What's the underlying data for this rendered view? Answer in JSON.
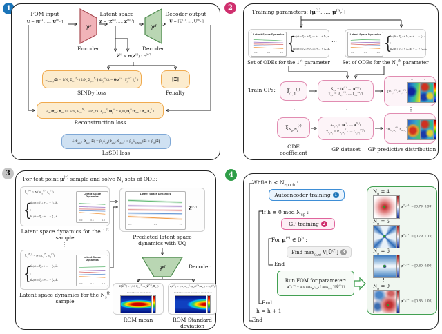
{
  "figure": {
    "plot_title": "Latent Space Dynamics",
    "plot_xticks": [
      "0.0",
      "0.5",
      "1.0"
    ],
    "dots_v": "⋮",
    "dots_h": "⋯"
  },
  "p1": {
    "badge": "1",
    "fom_label": "FOM input",
    "fom_formula": "<b>U</b> = [<b>U</b><sup>(1)</sup>, …, <b>U</b><sup>(N<sub>μ</sub>)</sup>]",
    "encoder_symbol": "φ<sub>e</sub>",
    "encoder_label": "Encoder",
    "latent_label": "Latent space",
    "latent_formula": "<b>Z</b> = [<b>Z</b><sup>(1)</sup>, …, <b>Z</b><sup>(N<sub>μ</sub>)</sup>]",
    "decoder_symbol": "φ<sub>d</sub>",
    "decoder_label": "Decoder",
    "output_label": "Decoder output",
    "output_formula": "<b>Û</b> = [<b>Û</b><sup>(1)</sup>, …, <b>Û</b><sup>(N<sub>μ</sub>)</sup>]",
    "sindy_relation": "<b>Ż</b><sup>(i)</sup> ≈ <b>Θ</b>(<b>Z</b><sup>(i)</sup>) · <b>Ξ</b><sup>(i)⊤</sup>",
    "sindy_loss_formula": "ℒ<sub>SINDy</sub>(<b>Ξ</b>) = 1/N<sub>μ</sub> Σ<sub>i=1</sub><sup>N<sub>μ</sub></sup> ( 1/N<sub>t</sub> Σ<sub>j=1</sub><sup>N<sub>t</sub></sup> ‖ dz<sub>j</sub><sup>(i)</sup>/dt − <b>Θ</b>(<b>z</b><sup>(i)</sup>) · <b>ξ</b><sub>j</sub><sup>(i)⊤</sup> ‖<sub>2</sub><sup>2</sup> )",
    "sindy_loss_label": "SINDy loss",
    "penalty_formula": "‖<b>Ξ</b>‖",
    "penalty_label": "Penalty",
    "recon_formula": "ℒ<sub>AE</sub>(<b>θ</b><sub>enc</sub>, <b>θ</b><sub>dec</sub>) = 1/N<sub>μ</sub> Σ<sub>i=1</sub><sup>N<sub>μ</sub></sup> ( 1/(N<sub>t</sub>+1) Σ<sub>j=0</sub><sup>N<sub>t</sub></sup> ‖<b>u</b><sub>j</sub><sup>(i)</sup> − φ<sub>d</sub>(φ<sub>e</sub>(<b>u</b><sub>j</sub><sup>(i)</sup>; <b>θ</b><sub>enc</sub>); <b>θ</b><sub>dec</sub>)‖<sub>2</sub><sup>2</sup> )",
    "recon_label": "Reconstruction loss",
    "lasdi_formula": "ℒ(<b>θ</b><sub>enc</sub>, <b>θ</b><sub>dec</sub>, <b>Ξ</b>) = β<sub>1</sub>ℒ<sub>AE</sub>(<b>θ</b><sub>enc</sub>, <b>θ</b><sub>dec</sub>) + β<sub>2</sub>ℒ<sub>SINDy</sub>(<b>Ξ</b>) + β<sub>3</sub>‖<b>Ξ</b>‖",
    "lasdi_label": "LaSDI loss"
  },
  "p2": {
    "badge": "2",
    "header": "Training parameters: [<b>μ</b><sup>(1)</sup>, …, <b>μ</b><sup>(N<sub>μ</sub>)</sup>]",
    "ode1_line1": "dz₁/dt = ξ₁,₁ + ξ₁,₂z₁ + ⋯ + ξ₁,ₙzₙ",
    "ode1_line2": "dzₙ/dt = ξₙ,₁ + ξₙ,₂z₁ + ⋯ + ξₙ,ₙzₙ",
    "caption_ode1": "Set of ODEs for the 1<sup>st</sup> parameter",
    "caption_ode2": "Set of ODEs for the N<sub>μ</sub><sup>th</sup> parameter",
    "train_label": "Train GPs:",
    "coef1": "ξ<sub>1,1</sub><sup>(·)</sup>",
    "coef2": "ξ<sub>N<sub>z</sub>,N<sub>l</sub></sub><sup>(·)</sup>",
    "ds1_line1": "X<sub>1,1</sub> = (<b>μ</b><sup>(1)</sup>, …, <b>μ</b><sup>(N<sub>μ</sub>)</sup>)",
    "ds1_line2": "y<sub>1,1</sub> = (ξ<sub>1,1</sub><sup>(1)</sup>, …, ξ<sub>1,1</sub><sup>(N<sub>μ</sub>)</sup>)",
    "ds2_line1": "X<sub>N<sub>z</sub>,N<sub>l</sub></sub> = (<b>μ</b><sup>(1)</sup>, …, <b>μ</b><sup>(N<sub>μ</sub>)</sup>)",
    "ds2_line2": "y<sub>N<sub>z</sub>,N<sub>l</sub></sub> = (ξ<sub>N<sub>z</sub>,N<sub>l</sub></sub><sup>(1)</sup>, …, ξ<sub>N<sub>z</sub>,N<sub>l</sub></sub><sup>(N<sub>μ</sub>)</sup>)",
    "pred1": "{m<sub>1,1</sub><sup>(*)</sup>, s<sub>1,1</sub><sup>(*)</sup>}",
    "pred2": "{m<sub>N<sub>z</sub>,N<sub>l</sub></sub><sup>(*)</sup>, s<sub>N<sub>z</sub>,N<sub>l</sub></sub><sup>(*)</sup>}",
    "map_label_m": "m",
    "map_label_s": "s",
    "caption_coef1": "ODE",
    "caption_coef2": "coefficient",
    "caption_ds": "GP dataset",
    "caption_pred": "GP predictive distribution"
  },
  "p3": {
    "badge": "3",
    "header": "For test point <b>μ</b><sup>(*)</sup> sample and solve N<sub>s</sub> sets of ODE:",
    "s1_dist": "ξ̃<sub>i,j</sub><sup>(1)</sup> ~ N(m<sub>i,j</sub><sup>(*)</sup>, s<sub>i,j</sub><sup>(*)</sup>)",
    "s1_ode1": "dz̃₁/dt = ξ̃₁,₁ + ⋯ + ξ̃₁,ₙz̃ₙ",
    "s1_ode2": "dz̃ₙ/dt = ξ̃ₙ,₁ + ⋯ + ξ̃ₙ,ₙz̃ₙ",
    "caption1_a": "Latent space dynamics for the 1<sup>st</sup>",
    "caption1_b": "sample",
    "s2_dist": "ξ̃<sub>i,j</sub><sup>(N<sub>s</sub>)</sup> ~ N(m<sub>i,j</sub><sup>(*)</sup>, s<sub>i,j</sub><sup>(*)</sup>)",
    "caption2_a": "Latent space dynamics for the N<sub>s</sub><sup>th</sup>",
    "caption2_b": "sample",
    "zhat": "<b>Ẑ</b><sup>(*,·)</sup>",
    "pred_caption_a": "Predicted latent space",
    "pred_caption_b": "dynamics with UQ",
    "decoder_symbol": "φ<sub>d</sub>",
    "decoder_label": "Decoder",
    "mean_formula": "E[<b>Û</b><sup>(*)</sup>] = 1/N<sub>s</sub> Σ<sub>i=1</sub><sup>N<sub>s</sub></sup> φ<sub>d</sub>(<b>Ẑ</b><sup>(*,i)</sup>; <b>θ</b><sub>dec</sub>)",
    "mean_map_title": "ROM Mean Prediction",
    "mean_caption": "ROM mean",
    "std_formula": "V[<b>Û</b><sup>(*)</sup>] = 1/N<sub>s</sub> Σ<sub>i=1</sub><sup>N<sub>s</sub></sup> (φ<sub>d</sub>(<b>Ẑ</b><sup>(*,i)</sup>; <b>θ</b><sub>dec</sub>) − E[<b>Û</b><sup>(*)</sup>])²",
    "std_map_title": "ROM Standard Deviation Prediction",
    "std_caption_a": "ROM Standard",
    "std_caption_b": "deviation"
  },
  "p4": {
    "badge": "4",
    "while_line": "While h < N<sub>epoch</sub> :",
    "autoencoder_label": "Autoencoder training",
    "autoencoder_badge": "1",
    "if_line": "If h ≡ 0 mod N<sub>up</sub> :",
    "gp_label": "GP training",
    "gp_badge": "2",
    "for_line": "For <b>μ</b><sup>(*)</sup> ∈ D<sup>h</sup> :",
    "find_label": "Find max<sub>(t,x)</sub> V[<b>Û</b><sup>(*)</sup>]",
    "find_badge": "3",
    "end_inner": "End",
    "run_title": "Run FOM for parameter:",
    "run_formula": "<b>μ</b><sup>(N<sub>μ</sub>+1)</sup> = arg max<sub><b>μ</b><sup>(*)</sup>∈D<sup>h</sup></sub> [ max<sub>(t,x)</sub> V[<b>Û</b><sup>(*)</sup>] ]",
    "end_mid": "End",
    "increment": "h = h + 1",
    "end_outer": "End",
    "results": [
      {
        "label": "N<sub>μ</sub> = 4",
        "value": "<b>μ</b><sup>(N<sub>μ</sub>+1)</sup> = [0.79, 0.99]"
      },
      {
        "label": "N<sub>μ</sub> = 5",
        "value": "<b>μ</b><sup>(N<sub>μ</sub>+1)</sup> = [0.79, 1.10]"
      },
      {
        "label": "N<sub>μ</sub> = 6",
        "value": "<b>μ</b><sup>(N<sub>μ</sub>+1)</sup> = [0.80, 0.90]"
      },
      {
        "label": "N<sub>μ</sub> = 9",
        "value": "<b>μ</b><sup>(N<sub>μ</sub>+1)</sup> = [0.85, 1.06]"
      }
    ],
    "results_dots": "⋮"
  }
}
